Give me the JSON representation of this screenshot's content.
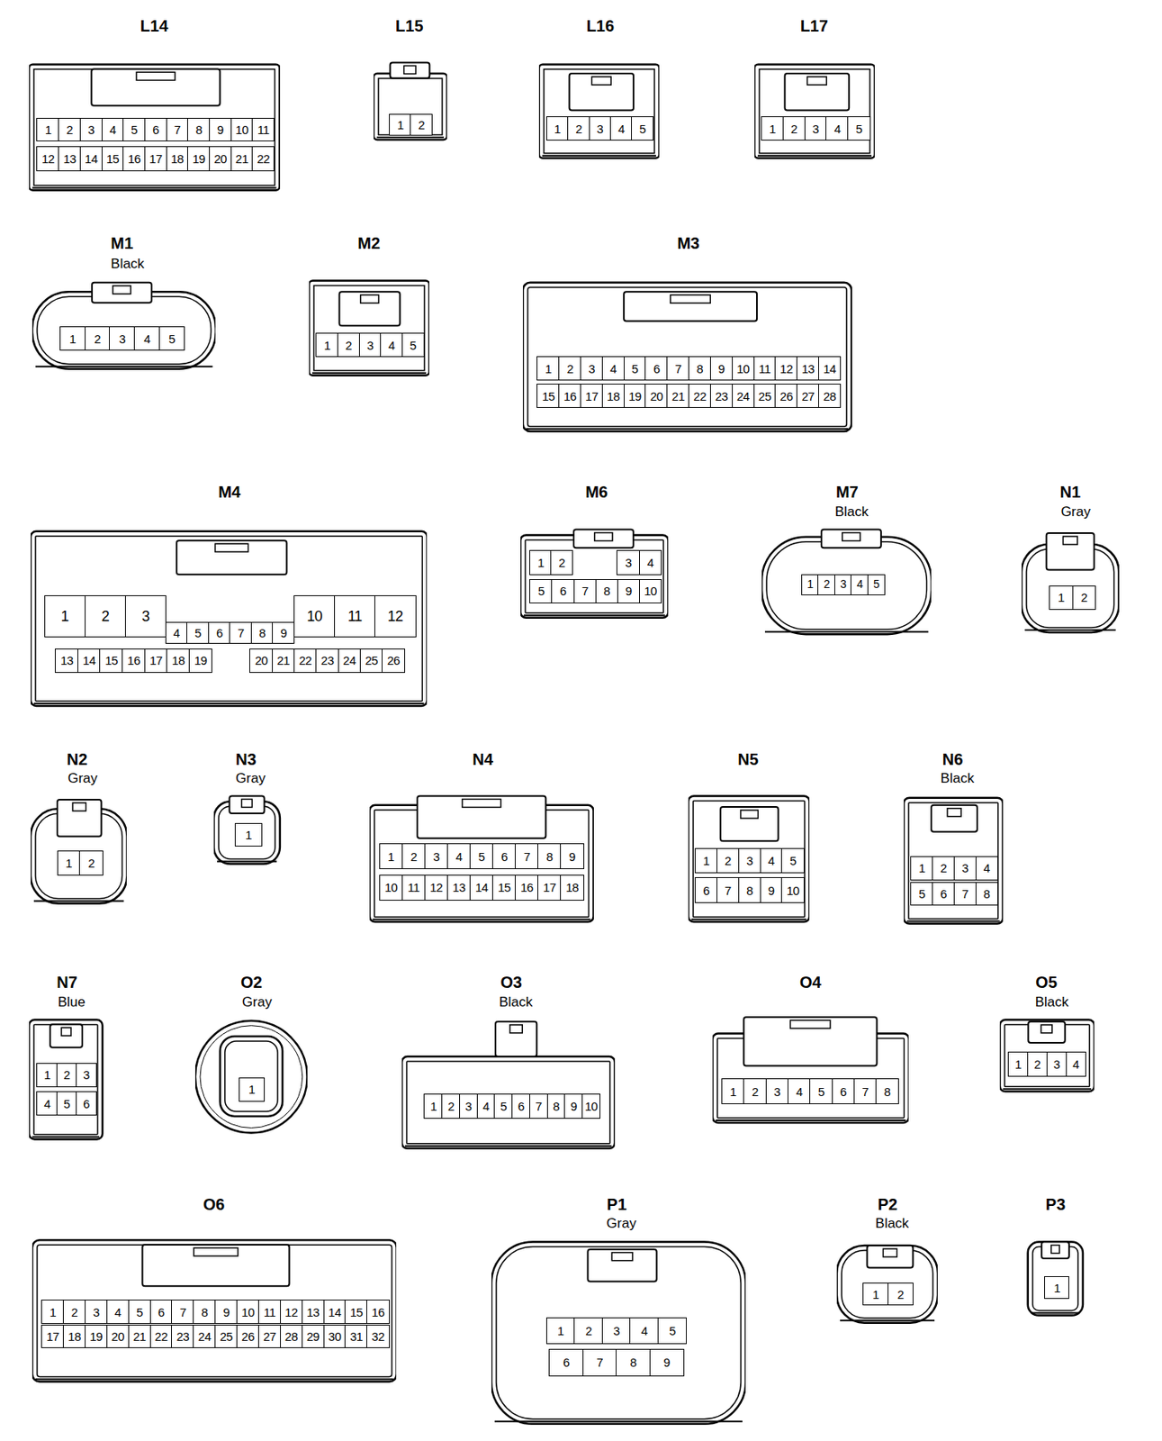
{
  "diagram": {
    "nodes": [
      {
        "text": [
          "L14"
        ]
      },
      {
        "text": [
          "1"
        ],
        "in": 0
      },
      {
        "text": [
          "2"
        ],
        "in": 0
      },
      {
        "text": [
          "3"
        ],
        "in": 0
      },
      {
        "text": [
          "4"
        ],
        "in": 0
      },
      {
        "text": [
          "5"
        ],
        "in": 0
      },
      {
        "text": [
          "6"
        ],
        "in": 0
      },
      {
        "text": [
          "7"
        ],
        "in": 0
      },
      {
        "text": [
          "8"
        ],
        "in": 0
      },
      {
        "text": [
          "9"
        ],
        "in": 0
      },
      {
        "text": [
          "10"
        ],
        "in": 0
      },
      {
        "text": [
          "11"
        ],
        "in": 0
      },
      {
        "text": [
          "12"
        ],
        "in": 0
      },
      {
        "text": [
          "13"
        ],
        "in": 0
      },
      {
        "text": [
          "14"
        ],
        "in": 0
      },
      {
        "text": [
          "15"
        ],
        "in": 0
      },
      {
        "text": [
          "16"
        ],
        "in": 0
      },
      {
        "text": [
          "17"
        ],
        "in": 0
      },
      {
        "text": [
          "18"
        ],
        "in": 0
      },
      {
        "text": [
          "19"
        ],
        "in": 0
      },
      {
        "text": [
          "20"
        ],
        "in": 0
      },
      {
        "text": [
          "21"
        ],
        "in": 0
      },
      {
        "text": [
          "22"
        ],
        "in": 0
      },
      {
        "text": [
          "L15"
        ]
      },
      {
        "text": [
          "1"
        ],
        "in": 23
      },
      {
        "text": [
          "2"
        ],
        "in": 23
      },
      {
        "text": [
          "L16"
        ]
      },
      {
        "text": [
          "1"
        ],
        "in": 26
      },
      {
        "text": [
          "2"
        ],
        "in": 26
      },
      {
        "text": [
          "3"
        ],
        "in": 26
      },
      {
        "text": [
          "4"
        ],
        "in": 26
      },
      {
        "text": [
          "5"
        ],
        "in": 26
      },
      {
        "text": [
          "L17"
        ]
      },
      {
        "text": [
          "1"
        ],
        "in": 32
      },
      {
        "text": [
          "2"
        ],
        "in": 32
      },
      {
        "text": [
          "3"
        ],
        "in": 32
      },
      {
        "text": [
          "4"
        ],
        "in": 32
      },
      {
        "text": [
          "5"
        ],
        "in": 32
      },
      {
        "text": [
          "M1",
          "Black"
        ]
      },
      {
        "text": [
          "1"
        ],
        "in": 38
      },
      {
        "text": [
          "2"
        ],
        "in": 38
      },
      {
        "text": [
          "3"
        ],
        "in": 38
      },
      {
        "text": [
          "4"
        ],
        "in": 38
      },
      {
        "text": [
          "5"
        ],
        "in": 38
      },
      {
        "text": [
          "M2"
        ]
      },
      {
        "text": [
          "1"
        ],
        "in": 44
      },
      {
        "text": [
          "2"
        ],
        "in": 44
      },
      {
        "text": [
          "3"
        ],
        "in": 44
      },
      {
        "text": [
          "4"
        ],
        "in": 44
      },
      {
        "text": [
          "5"
        ],
        "in": 44
      },
      {
        "text": [
          "M3"
        ]
      },
      {
        "text": [
          "1"
        ],
        "in": 50
      },
      {
        "text": [
          "2"
        ],
        "in": 50
      },
      {
        "text": [
          "3"
        ],
        "in": 50
      },
      {
        "text": [
          "4"
        ],
        "in": 50
      },
      {
        "text": [
          "5"
        ],
        "in": 50
      },
      {
        "text": [
          "6"
        ],
        "in": 50
      },
      {
        "text": [
          "7"
        ],
        "in": 50
      },
      {
        "text": [
          "8"
        ],
        "in": 50
      },
      {
        "text": [
          "9"
        ],
        "in": 50
      },
      {
        "text": [
          "10"
        ],
        "in": 50
      },
      {
        "text": [
          "11"
        ],
        "in": 50
      },
      {
        "text": [
          "12"
        ],
        "in": 50
      },
      {
        "text": [
          "13"
        ],
        "in": 50
      },
      {
        "text": [
          "14"
        ],
        "in": 50
      },
      {
        "text": [
          "15"
        ],
        "in": 50
      },
      {
        "text": [
          "16"
        ],
        "in": 50
      },
      {
        "text": [
          "17"
        ],
        "in": 50
      },
      {
        "text": [
          "18"
        ],
        "in": 50
      },
      {
        "text": [
          "19"
        ],
        "in": 50
      },
      {
        "text": [
          "20"
        ],
        "in": 50
      },
      {
        "text": [
          "21"
        ],
        "in": 50
      },
      {
        "text": [
          "22"
        ],
        "in": 50
      },
      {
        "text": [
          "23"
        ],
        "in": 50
      },
      {
        "text": [
          "24"
        ],
        "in": 50
      },
      {
        "text": [
          "25"
        ],
        "in": 50
      },
      {
        "text": [
          "26"
        ],
        "in": 50
      },
      {
        "text": [
          "27"
        ],
        "in": 50
      },
      {
        "text": [
          "28"
        ],
        "in": 50
      },
      {
        "text": [
          "M4"
        ]
      },
      {
        "text": [
          "1"
        ],
        "in": 79
      },
      {
        "text": [
          "2"
        ],
        "in": 79
      },
      {
        "text": [
          "3"
        ],
        "in": 79
      },
      {
        "text": [
          "4"
        ],
        "in": 79
      },
      {
        "text": [
          "5"
        ],
        "in": 79
      },
      {
        "text": [
          "6"
        ],
        "in": 79
      },
      {
        "text": [
          "7"
        ],
        "in": 79
      },
      {
        "text": [
          "8"
        ],
        "in": 79
      },
      {
        "text": [
          "9"
        ],
        "in": 79
      },
      {
        "text": [
          "10"
        ],
        "in": 79
      },
      {
        "text": [
          "11"
        ],
        "in": 79
      },
      {
        "text": [
          "12"
        ],
        "in": 79
      },
      {
        "text": [
          "13"
        ],
        "in": 79
      },
      {
        "text": [
          "14"
        ],
        "in": 79
      },
      {
        "text": [
          "15"
        ],
        "in": 79
      },
      {
        "text": [
          "16"
        ],
        "in": 79
      },
      {
        "text": [
          "17"
        ],
        "in": 79
      },
      {
        "text": [
          "18"
        ],
        "in": 79
      },
      {
        "text": [
          "19"
        ],
        "in": 79
      },
      {
        "text": [
          "20"
        ],
        "in": 79
      },
      {
        "text": [
          "21"
        ],
        "in": 79
      },
      {
        "text": [
          "22"
        ],
        "in": 79
      },
      {
        "text": [
          "23"
        ],
        "in": 79
      },
      {
        "text": [
          "24"
        ],
        "in": 79
      },
      {
        "text": [
          "25"
        ],
        "in": 79
      },
      {
        "text": [
          "26"
        ],
        "in": 79
      },
      {
        "text": [
          "M6"
        ]
      },
      {
        "text": [
          "1"
        ],
        "in": 106
      },
      {
        "text": [
          "2"
        ],
        "in": 106
      },
      {
        "text": [
          "3"
        ],
        "in": 106
      },
      {
        "text": [
          "4"
        ],
        "in": 106
      },
      {
        "text": [
          "5"
        ],
        "in": 106
      },
      {
        "text": [
          "6"
        ],
        "in": 106
      },
      {
        "text": [
          "7"
        ],
        "in": 106
      },
      {
        "text": [
          "8"
        ],
        "in": 106
      },
      {
        "text": [
          "9"
        ],
        "in": 106
      },
      {
        "text": [
          "10"
        ],
        "in": 106
      },
      {
        "text": [
          "M7",
          "Black"
        ]
      },
      {
        "text": [
          "1"
        ],
        "in": 117
      },
      {
        "text": [
          "2"
        ],
        "in": 117
      },
      {
        "text": [
          "3"
        ],
        "in": 117
      },
      {
        "text": [
          "4"
        ],
        "in": 117
      },
      {
        "text": [
          "5"
        ],
        "in": 117
      },
      {
        "text": [
          "N1",
          "Gray"
        ]
      },
      {
        "text": [
          "1"
        ],
        "in": 123
      },
      {
        "text": [
          "2"
        ],
        "in": 123
      },
      {
        "text": [
          "N2",
          "Gray"
        ]
      },
      {
        "text": [
          "1"
        ],
        "in": 126
      },
      {
        "text": [
          "2"
        ],
        "in": 126
      },
      {
        "text": [
          "N3",
          "Gray"
        ]
      },
      {
        "text": [
          "1"
        ],
        "in": 129
      },
      {
        "text": [
          "N4"
        ]
      },
      {
        "text": [
          "1"
        ],
        "in": 131
      },
      {
        "text": [
          "2"
        ],
        "in": 131
      },
      {
        "text": [
          "3"
        ],
        "in": 131
      },
      {
        "text": [
          "4"
        ],
        "in": 131
      },
      {
        "text": [
          "5"
        ],
        "in": 131
      },
      {
        "text": [
          "6"
        ],
        "in": 131
      },
      {
        "text": [
          "7"
        ],
        "in": 131
      },
      {
        "text": [
          "8"
        ],
        "in": 131
      },
      {
        "text": [
          "9"
        ],
        "in": 131
      },
      {
        "text": [
          "10"
        ],
        "in": 131
      },
      {
        "text": [
          "11"
        ],
        "in": 131
      },
      {
        "text": [
          "12"
        ],
        "in": 131
      },
      {
        "text": [
          "13"
        ],
        "in": 131
      },
      {
        "text": [
          "14"
        ],
        "in": 131
      },
      {
        "text": [
          "15"
        ],
        "in": 131
      },
      {
        "text": [
          "16"
        ],
        "in": 131
      },
      {
        "text": [
          "17"
        ],
        "in": 131
      },
      {
        "text": [
          "18"
        ],
        "in": 131
      },
      {
        "text": [
          "N5"
        ]
      },
      {
        "text": [
          "1"
        ],
        "in": 150
      },
      {
        "text": [
          "2"
        ],
        "in": 150
      },
      {
        "text": [
          "3"
        ],
        "in": 150
      },
      {
        "text": [
          "4"
        ],
        "in": 150
      },
      {
        "text": [
          "5"
        ],
        "in": 150
      },
      {
        "text": [
          "6"
        ],
        "in": 150
      },
      {
        "text": [
          "7"
        ],
        "in": 150
      },
      {
        "text": [
          "8"
        ],
        "in": 150
      },
      {
        "text": [
          "9"
        ],
        "in": 150
      },
      {
        "text": [
          "10"
        ],
        "in": 150
      },
      {
        "text": [
          "N6",
          "Black"
        ]
      },
      {
        "text": [
          "1"
        ],
        "in": 161
      },
      {
        "text": [
          "2"
        ],
        "in": 161
      },
      {
        "text": [
          "3"
        ],
        "in": 161
      },
      {
        "text": [
          "4"
        ],
        "in": 161
      },
      {
        "text": [
          "5"
        ],
        "in": 161
      },
      {
        "text": [
          "6"
        ],
        "in": 161
      },
      {
        "text": [
          "7"
        ],
        "in": 161
      },
      {
        "text": [
          "8"
        ],
        "in": 161
      },
      {
        "text": [
          "N7",
          "Blue"
        ]
      },
      {
        "text": [
          "1"
        ],
        "in": 170
      },
      {
        "text": [
          "2"
        ],
        "in": 170
      },
      {
        "text": [
          "3"
        ],
        "in": 170
      },
      {
        "text": [
          "4"
        ],
        "in": 170
      },
      {
        "text": [
          "5"
        ],
        "in": 170
      },
      {
        "text": [
          "6"
        ],
        "in": 170
      },
      {
        "text": [
          "O2",
          "Gray"
        ]
      },
      {
        "text": [
          "1"
        ],
        "in": 177
      },
      {
        "text": [
          "O3",
          "Black"
        ]
      },
      {
        "text": [
          "1"
        ],
        "in": 179
      },
      {
        "text": [
          "2"
        ],
        "in": 179
      },
      {
        "text": [
          "3"
        ],
        "in": 179
      },
      {
        "text": [
          "4"
        ],
        "in": 179
      },
      {
        "text": [
          "5"
        ],
        "in": 179
      },
      {
        "text": [
          "6"
        ],
        "in": 179
      },
      {
        "text": [
          "7"
        ],
        "in": 179
      },
      {
        "text": [
          "8"
        ],
        "in": 179
      },
      {
        "text": [
          "9"
        ],
        "in": 179
      },
      {
        "text": [
          "10"
        ],
        "in": 179
      },
      {
        "text": [
          "O4"
        ]
      },
      {
        "text": [
          "1"
        ],
        "in": 190
      },
      {
        "text": [
          "2"
        ],
        "in": 190
      },
      {
        "text": [
          "3"
        ],
        "in": 190
      },
      {
        "text": [
          "4"
        ],
        "in": 190
      },
      {
        "text": [
          "5"
        ],
        "in": 190
      },
      {
        "text": [
          "6"
        ],
        "in": 190
      },
      {
        "text": [
          "7"
        ],
        "in": 190
      },
      {
        "text": [
          "8"
        ],
        "in": 190
      },
      {
        "text": [
          "O5",
          "Black"
        ]
      },
      {
        "text": [
          "1"
        ],
        "in": 199
      },
      {
        "text": [
          "2"
        ],
        "in": 199
      },
      {
        "text": [
          "3"
        ],
        "in": 199
      },
      {
        "text": [
          "4"
        ],
        "in": 199
      },
      {
        "text": [
          "O6"
        ]
      },
      {
        "text": [
          "1"
        ],
        "in": 204
      },
      {
        "text": [
          "2"
        ],
        "in": 204
      },
      {
        "text": [
          "3"
        ],
        "in": 204
      },
      {
        "text": [
          "4"
        ],
        "in": 204
      },
      {
        "text": [
          "5"
        ],
        "in": 204
      },
      {
        "text": [
          "6"
        ],
        "in": 204
      },
      {
        "text": [
          "7"
        ],
        "in": 204
      },
      {
        "text": [
          "8"
        ],
        "in": 204
      },
      {
        "text": [
          "9"
        ],
        "in": 204
      },
      {
        "text": [
          "10"
        ],
        "in": 204
      },
      {
        "text": [
          "11"
        ],
        "in": 204
      },
      {
        "text": [
          "12"
        ],
        "in": 204
      },
      {
        "text": [
          "13"
        ],
        "in": 204
      },
      {
        "text": [
          "14"
        ],
        "in": 204
      },
      {
        "text": [
          "15"
        ],
        "in": 204
      },
      {
        "text": [
          "16"
        ],
        "in": 204
      },
      {
        "text": [
          "17"
        ],
        "in": 204
      },
      {
        "text": [
          "18"
        ],
        "in": 204
      },
      {
        "text": [
          "19"
        ],
        "in": 204
      },
      {
        "text": [
          "20"
        ],
        "in": 204
      },
      {
        "text": [
          "21"
        ],
        "in": 204
      },
      {
        "text": [
          "22"
        ],
        "in": 204
      },
      {
        "text": [
          "23"
        ],
        "in": 204
      },
      {
        "text": [
          "24"
        ],
        "in": 204
      },
      {
        "text": [
          "25"
        ],
        "in": 204
      },
      {
        "text": [
          "26"
        ],
        "in": 204
      },
      {
        "text": [
          "27"
        ],
        "in": 204
      },
      {
        "text": [
          "28"
        ],
        "in": 204
      },
      {
        "text": [
          "29"
        ],
        "in": 204
      },
      {
        "text": [
          "30"
        ],
        "in": 204
      },
      {
        "text": [
          "31"
        ],
        "in": 204
      },
      {
        "text": [
          "32"
        ],
        "in": 204
      },
      {
        "text": [
          "P1",
          "Gray"
        ]
      },
      {
        "text": [
          "1"
        ],
        "in": 237
      },
      {
        "text": [
          "2"
        ],
        "in": 237
      },
      {
        "text": [
          "3"
        ],
        "in": 237
      },
      {
        "text": [
          "4"
        ],
        "in": 237
      },
      {
        "text": [
          "5"
        ],
        "in": 237
      },
      {
        "text": [
          "6"
        ],
        "in": 237
      },
      {
        "text": [
          "7"
        ],
        "in": 237
      },
      {
        "text": [
          "8"
        ],
        "in": 237
      },
      {
        "text": [
          "9"
        ],
        "in": 237
      },
      {
        "text": [
          "P2",
          "Black"
        ]
      },
      {
        "text": [
          "1"
        ],
        "in": 247
      },
      {
        "text": [
          "2"
        ],
        "in": 247
      },
      {
        "text": [
          "P3"
        ]
      },
      {
        "text": [
          "1"
        ],
        "in": 250
      }
    ]
  }
}
